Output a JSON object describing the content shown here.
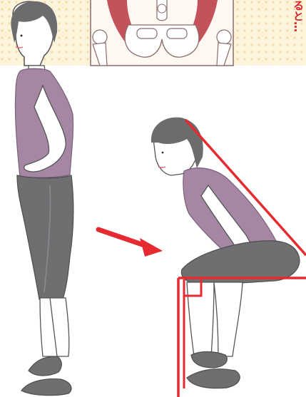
{
  "caption_fragment": "ると…",
  "colors": {
    "accent_line": "#e52a30",
    "shirt": "#a587a4",
    "pants": "#6f6f72",
    "hair": "#6c6c6e",
    "skin": "#ffffff",
    "panel_bg": "#fdf4dc",
    "muscle": "#c4525a"
  },
  "icons": [
    "arrow-icon",
    "angle-guide-lines",
    "right-angle-marker"
  ]
}
